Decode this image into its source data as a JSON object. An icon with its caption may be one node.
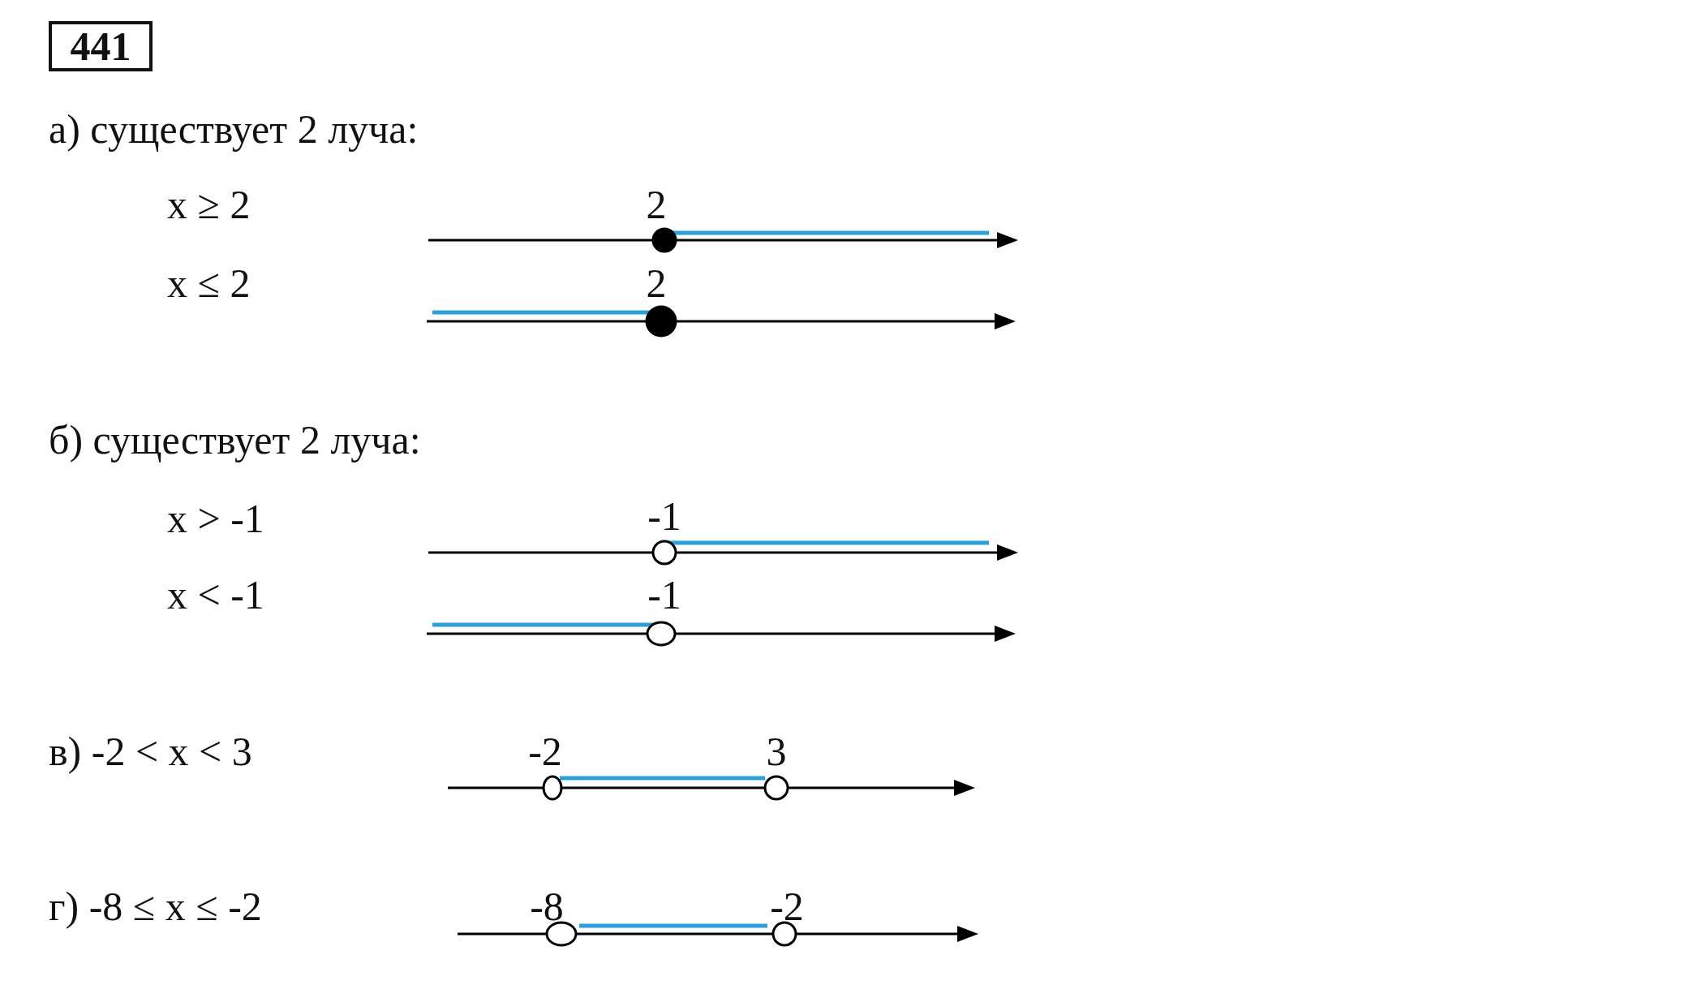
{
  "diagram": {
    "nodes": [
      {
        "text": [
          "441"
        ]
      }
    ],
    "labels": [
      "а) существует 2 луча:",
      "x ≥ 2",
      "2",
      "x ≤ 2",
      "2",
      "б) существует 2 луча:",
      "x > -1",
      "-1",
      "x < -1",
      "-1",
      "в) -2 < x < 3",
      "-2",
      "3",
      "г) -8 ≤ x ≤ -2",
      "-8",
      "-2"
    ]
  }
}
